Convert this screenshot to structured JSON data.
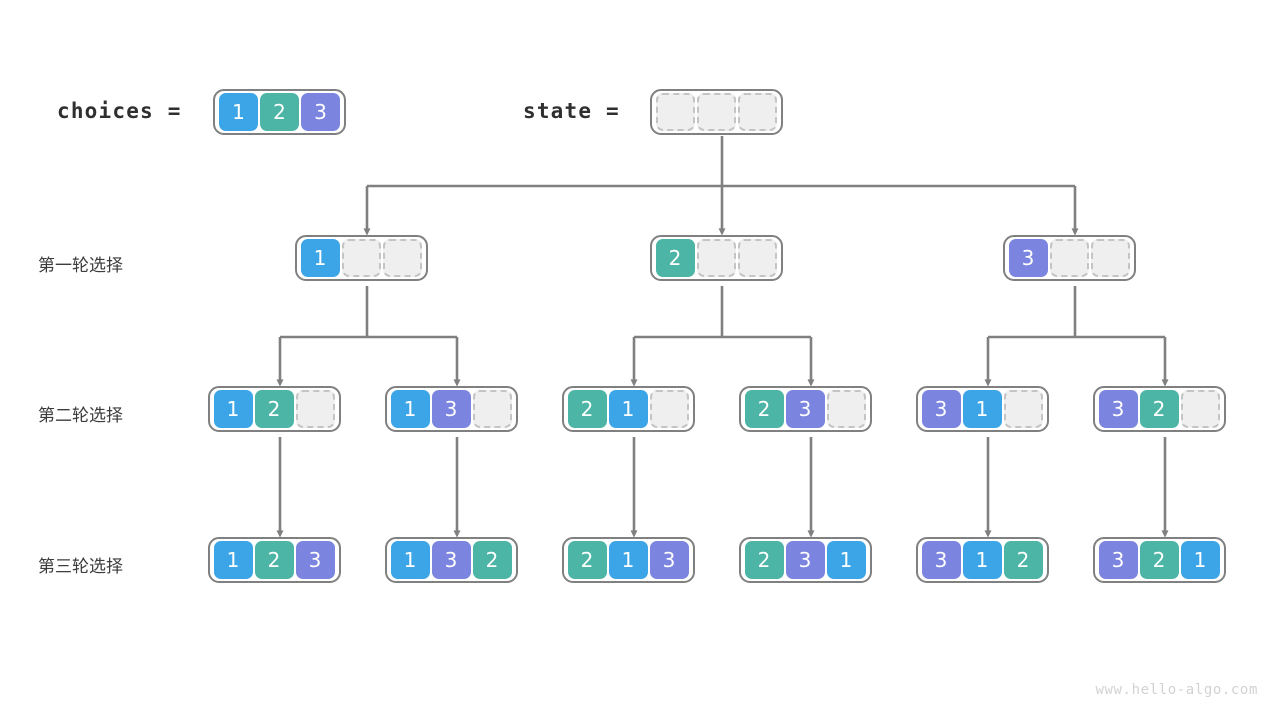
{
  "diagram": {
    "title": "permutation-backtracking-tree",
    "watermark": "www.hello-algo.com",
    "colors": {
      "value_1": "#3ba5e8",
      "value_2": "#4cb5a5",
      "value_3": "#7b84de",
      "empty_fill": "#efefef",
      "empty_border": "#c4c4c4",
      "group_border": "#808080",
      "wire": "#808080",
      "label_text": "#3c3c3c",
      "watermark_text": "#d2d2d2"
    }
  },
  "header": {
    "choices_label": "choices =",
    "choices_cells": [
      "1",
      "2",
      "3"
    ],
    "state_label": "state =",
    "state_cells": [
      "",
      "",
      ""
    ]
  },
  "rows": [
    {
      "label": "第一轮选择",
      "nodes": [
        {
          "cells": [
            "1",
            "",
            ""
          ]
        },
        {
          "cells": [
            "2",
            "",
            ""
          ]
        },
        {
          "cells": [
            "3",
            "",
            ""
          ]
        }
      ]
    },
    {
      "label": "第二轮选择",
      "nodes": [
        {
          "cells": [
            "1",
            "2",
            ""
          ]
        },
        {
          "cells": [
            "1",
            "3",
            ""
          ]
        },
        {
          "cells": [
            "2",
            "1",
            ""
          ]
        },
        {
          "cells": [
            "2",
            "3",
            ""
          ]
        },
        {
          "cells": [
            "3",
            "1",
            ""
          ]
        },
        {
          "cells": [
            "3",
            "2",
            ""
          ]
        }
      ]
    },
    {
      "label": "第三轮选择",
      "nodes": [
        {
          "cells": [
            "1",
            "2",
            "3"
          ]
        },
        {
          "cells": [
            "1",
            "3",
            "2"
          ]
        },
        {
          "cells": [
            "2",
            "1",
            "3"
          ]
        },
        {
          "cells": [
            "2",
            "3",
            "1"
          ]
        },
        {
          "cells": [
            "3",
            "1",
            "2"
          ]
        },
        {
          "cells": [
            "3",
            "2",
            "1"
          ]
        }
      ]
    }
  ]
}
